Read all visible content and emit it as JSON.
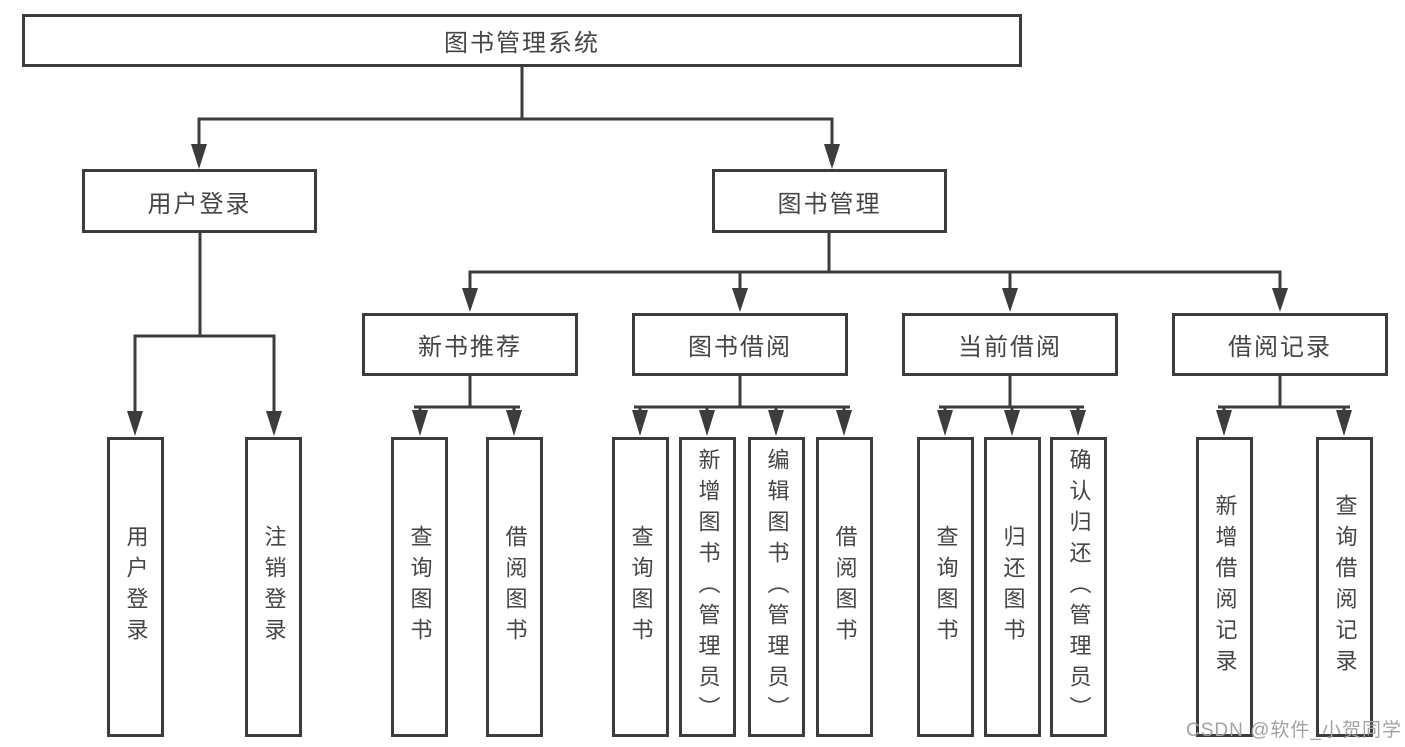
{
  "diagram": {
    "root": "图书管理系统",
    "user_login": {
      "label": "用户登录",
      "children": [
        "用户登录",
        "注销登录"
      ]
    },
    "book_management": {
      "label": "图书管理",
      "sections": [
        {
          "label": "新书推荐",
          "children": [
            "查询图书",
            "借阅图书"
          ]
        },
        {
          "label": "图书借阅",
          "children": [
            "查询图书",
            "新增图书（管理员）",
            "编辑图书（管理员）",
            "借阅图书"
          ]
        },
        {
          "label": "当前借阅",
          "children": [
            "查询图书",
            "归还图书",
            "确认归还（管理员）"
          ]
        },
        {
          "label": "借阅记录",
          "children": [
            "新增借阅记录",
            "查询借阅记录"
          ]
        }
      ]
    }
  },
  "colors": {
    "line": "#3c3c3c",
    "text": "#454545",
    "watermark": "#a3a3a3"
  },
  "watermark": "CSDN @软件_小贺同学"
}
